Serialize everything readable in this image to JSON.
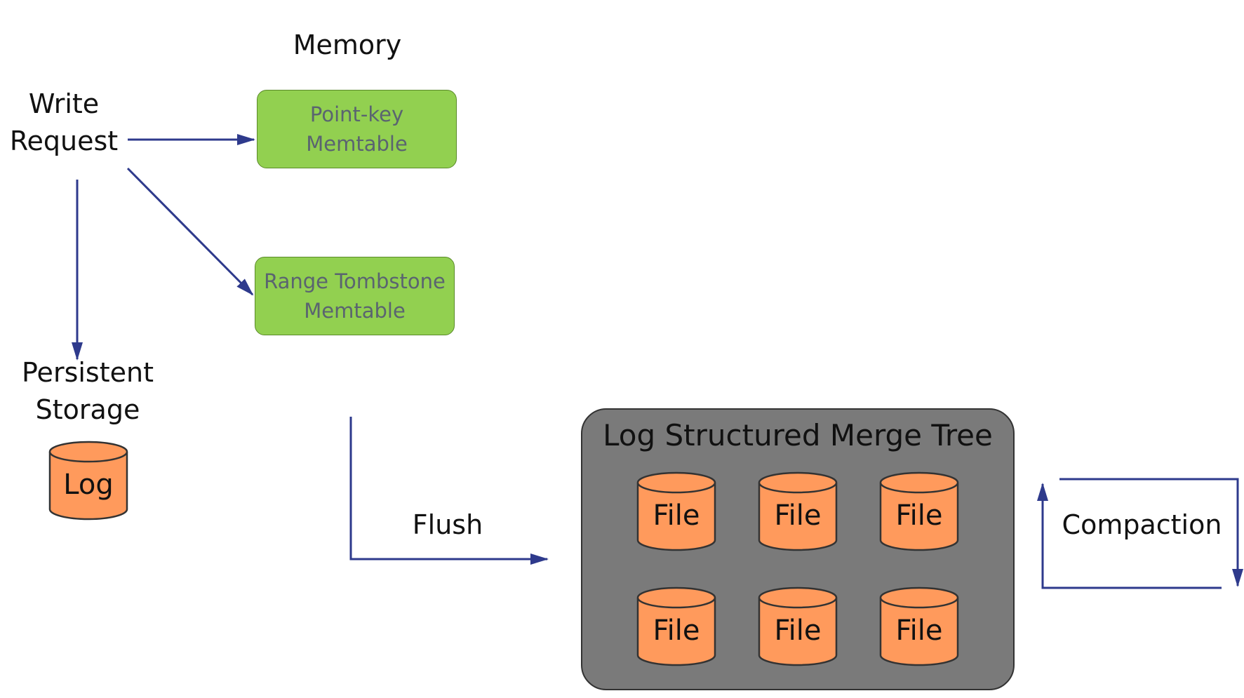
{
  "labels": {
    "memory": "Memory",
    "write_line1": "Write",
    "write_line2": "Request",
    "persistent_line1": "Persistent",
    "persistent_line2": "Storage",
    "flush": "Flush",
    "compaction": "Compaction"
  },
  "memtables": {
    "point_key": {
      "line1": "Point-key",
      "line2": "Memtable"
    },
    "range_tombstone": {
      "line1": "Range Tombstone",
      "line2": "Memtable"
    }
  },
  "log": {
    "label": "Log"
  },
  "lsm_tree": {
    "title": "Log Structured Merge Tree",
    "files": [
      "File",
      "File",
      "File",
      "File",
      "File",
      "File"
    ]
  },
  "colors": {
    "memtable_fill": "#92d050",
    "cylinder_fill": "#ff9a5c",
    "lsm_fill": "#7a7a7a",
    "arrow": "#2e3a8c"
  }
}
